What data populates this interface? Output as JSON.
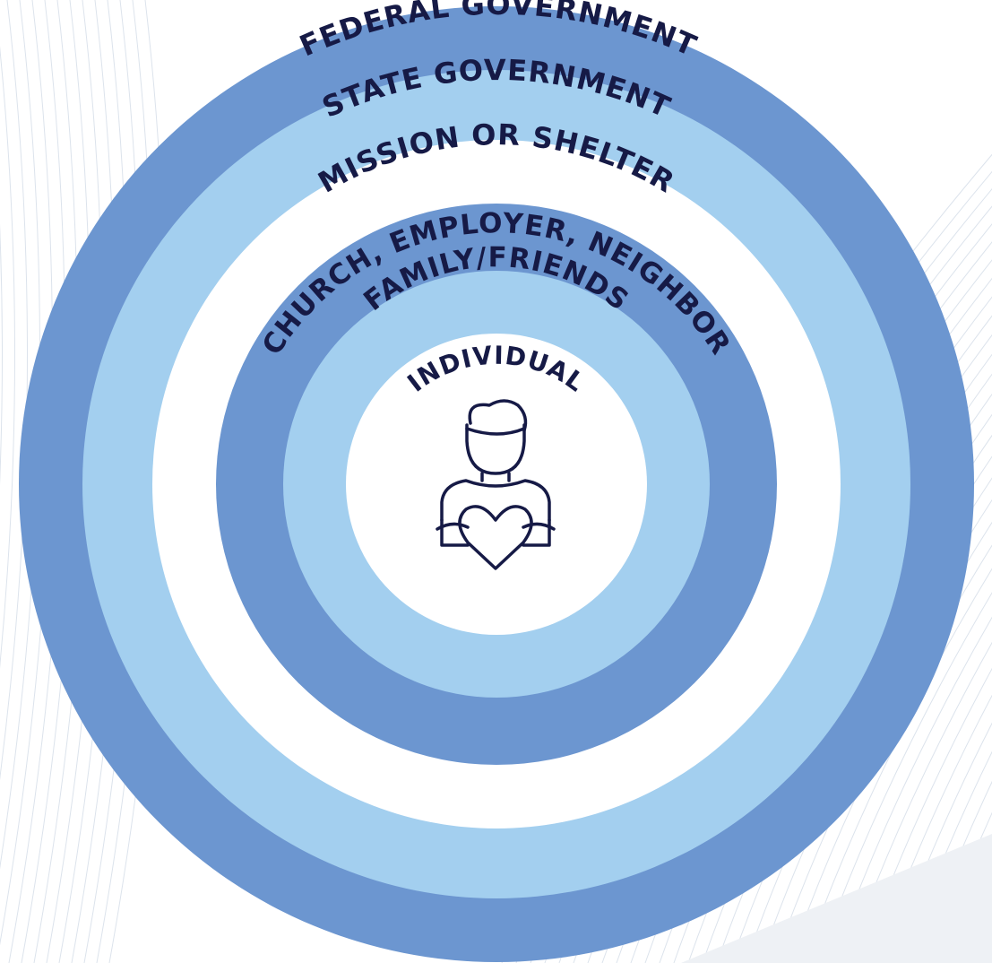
{
  "diagram": {
    "rings": [
      {
        "label": "FEDERAL GOVERNMENT",
        "fill": "#6C96D0"
      },
      {
        "label": "STATE GOVERNMENT",
        "fill": "#A3CFEF"
      },
      {
        "label": "MISSION OR SHELTER",
        "fill": "#FFFFFF"
      },
      {
        "label": "CHURCH, EMPLOYER, NEIGHBOR",
        "fill": "#6C96D0"
      },
      {
        "label": "FAMILY/FRIENDS",
        "fill": "#A3CFEF"
      },
      {
        "label": "INDIVIDUAL",
        "fill": "#FFFFFF"
      }
    ],
    "center_icon": "person-holding-heart-icon",
    "colors": {
      "label_text": "#161A46",
      "icon_stroke": "#161A46",
      "background_lines": "#DCE3EC",
      "background_wedge": "#EEF1F5"
    }
  }
}
